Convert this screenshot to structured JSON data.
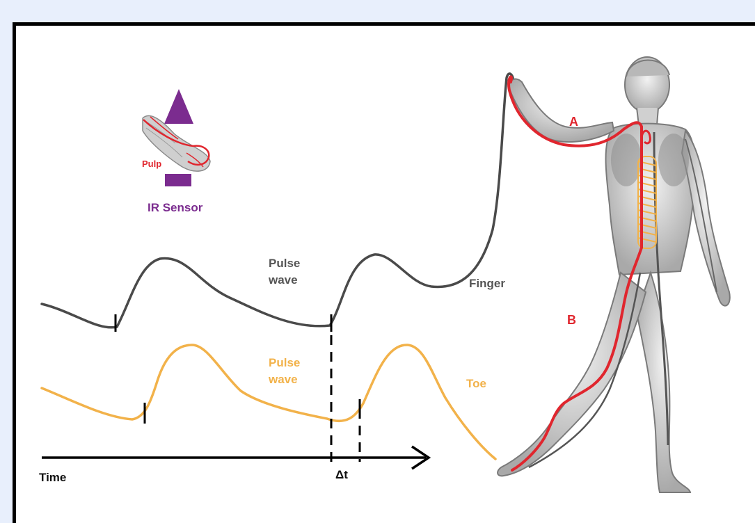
{
  "labels": {
    "pulp": "Pulp",
    "ir_sensor": "IR Sensor",
    "pulse_wave_finger": [
      "Pulse",
      "wave"
    ],
    "finger": "Finger",
    "pulse_wave_toe": [
      "Pulse",
      "wave"
    ],
    "toe": "Toe",
    "time": "Time",
    "delta_t": "Δt",
    "path_a": "A",
    "path_b": "B"
  },
  "colors": {
    "background": "#e8effc",
    "finger_wave": "#4a4a4a",
    "toe_wave": "#f2b24a",
    "artery": "#e0262e",
    "sensor": "#7b2c8f",
    "coil": "#f2b24a",
    "body": "#bdbdbd"
  },
  "icons": {
    "sensor_emitter": "triangle-icon",
    "sensor_detector": "rectangle-icon",
    "finger": "finger-illustration",
    "body": "human-body-illustration",
    "time_axis": "arrow-right-icon"
  }
}
